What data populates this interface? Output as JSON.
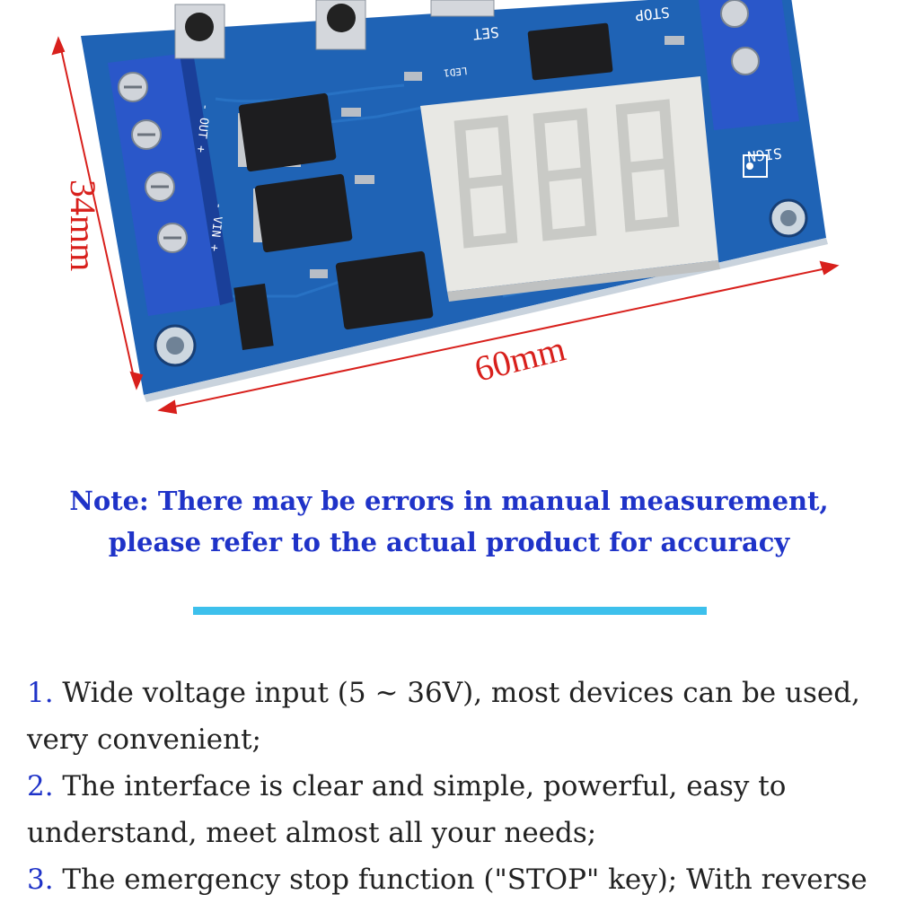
{
  "dimensions": {
    "height_label": "34mm",
    "width_label": "60mm"
  },
  "board": {
    "display_digits": "888",
    "silkscreen": {
      "set": "SET",
      "stop": "STOP",
      "sign": "SIGN",
      "out": "- OUT +",
      "vin": "- VIN +",
      "led": "LED1"
    }
  },
  "note": {
    "line1": "Note: There may be errors in manual measurement,",
    "line2": "please refer to the actual product for accuracy"
  },
  "features": [
    {
      "num": "1.",
      "text": " Wide voltage input (5 ~ 36V), most devices can be used, very convenient;"
    },
    {
      "num": "2.",
      "text": " The interface is clear and simple, powerful, easy to understand, meet almost all your needs;"
    },
    {
      "num": "3.",
      "text": " The emergency stop function (\"STOP\" key); With reverse"
    }
  ],
  "colors": {
    "pcb": "#1f63b5",
    "terminal": "#2a57c9",
    "display": "#e8e8e4",
    "dimension": "#d8201c",
    "note": "#1f33c8",
    "divider": "#3dc0ec"
  }
}
